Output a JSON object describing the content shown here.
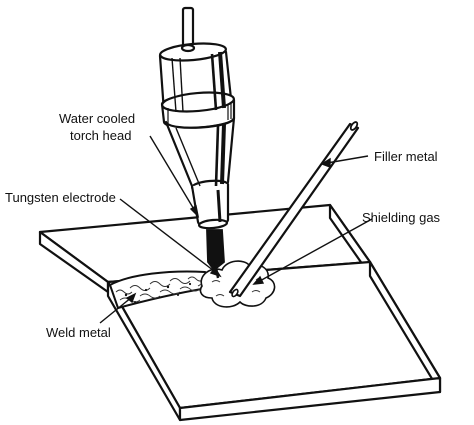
{
  "labels": {
    "torch_head": [
      "Water cooled",
      "torch head"
    ],
    "filler": "Filler metal",
    "electrode": "Tungsten electrode",
    "gas": "Shielding gas",
    "weld": "Weld metal"
  },
  "colors": {
    "ink": "#111111",
    "paper": "#ffffff",
    "hatch": "#333333"
  }
}
